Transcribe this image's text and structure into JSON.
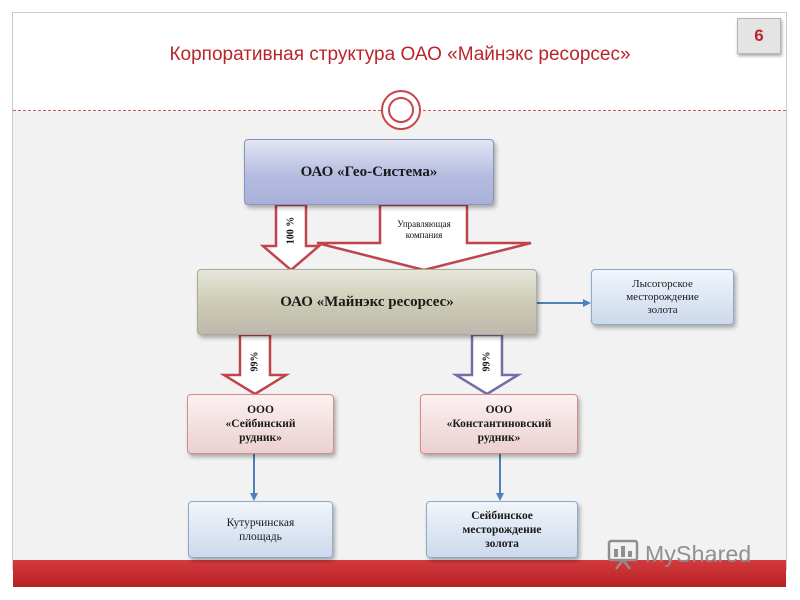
{
  "slide": {
    "title": "Корпоративная структура ОАО «Майнэкс ресорсес»",
    "page_number": "6"
  },
  "nodes": {
    "geo_sistema": "ОАО «Гео-Система»",
    "mainex": "ОАО «Майнэкс ресорсес»",
    "lysogorskoe": "Лысогорское\nместорождение\nзолота",
    "seybinsky": "ООО\n«Сейбинский\nрудник»",
    "konstantinovsky": "ООО\n«Константиновский\nрудник»",
    "kuturchinskaya": "Кутурчинская\nплощадь",
    "seybinskoe": "Сейбинское\nместорождение\nзолота"
  },
  "edges": {
    "geo_to_mainex_share": "100 %",
    "management_company": "Управляющая\nкомпания",
    "mainex_to_seybinsky_share": "99%",
    "mainex_to_konstantinovsky_share": "99%"
  },
  "watermark": {
    "text": "MyShared",
    "icon": "presentation-board-icon"
  },
  "colors": {
    "title": "#b8262b",
    "bottom_bar": "#c62e33",
    "arrow_red": "#c0454a",
    "arrow_purple": "#7a6aa8",
    "connector_blue": "#4f7fbf"
  }
}
